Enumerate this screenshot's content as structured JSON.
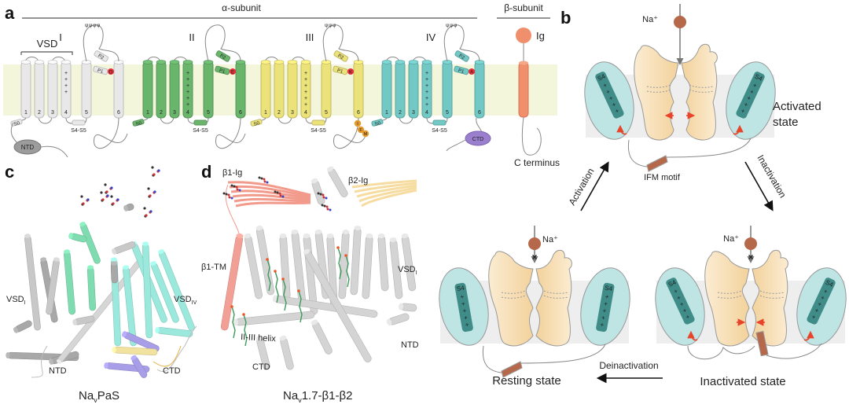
{
  "panels": {
    "a": {
      "label": "a",
      "alpha_title": "α-subunit",
      "beta_title": "β-subunit",
      "vsd_label": "VSD",
      "colors": {
        "membrane": "#f4f6dc",
        "domain_I": "#e8e8e8",
        "domain_II": "#6ab56c",
        "domain_III": "#ece27a",
        "domain_IV": "#72c8c4",
        "beta": "#ef8f6b",
        "filter": "#e8303a",
        "ifm": "#e39a2a",
        "ctd": "#9a7fcf",
        "ntd": "#9c9c9c"
      },
      "domains": [
        {
          "numeral": "I",
          "filter_residue": "D",
          "helix_labels": [
            "1",
            "2",
            "3",
            "4",
            "5",
            "6"
          ],
          "s0": "S0",
          "linker": "S4-S5",
          "p1": "P1",
          "p2": "P2",
          "charges": [
            "+",
            "+",
            "+",
            "+"
          ]
        },
        {
          "numeral": "II",
          "filter_residue": "E",
          "helix_labels": [
            "1",
            "2",
            "3",
            "4",
            "5",
            "6"
          ],
          "s0": "S0",
          "linker": "S4-S5",
          "p1": "P1",
          "p2": "P2",
          "charges": [
            "+",
            "+",
            "+",
            "+",
            "+",
            "+"
          ]
        },
        {
          "numeral": "III",
          "filter_residue": "K",
          "helix_labels": [
            "1",
            "2",
            "3",
            "4",
            "5",
            "6"
          ],
          "s0": "S0",
          "linker": "S4-S5",
          "p1": "P1",
          "p2": "P2",
          "charges": [
            "+",
            "+",
            "+",
            "+",
            "+",
            "+"
          ]
        },
        {
          "numeral": "IV",
          "filter_residue": "A",
          "helix_labels": [
            "1",
            "2",
            "3",
            "4",
            "5",
            "6"
          ],
          "s0": "S0",
          "linker": "S4-S5",
          "p1": "P1",
          "p2": "P2",
          "charges": [
            "+",
            "+",
            "+",
            "+",
            "+",
            "+"
          ]
        }
      ],
      "ntd": "NTD",
      "ctd": "CTD",
      "ifm_letters": [
        "I",
        "F",
        "M"
      ],
      "beta_ig": "Ig",
      "c_terminus": "C terminus"
    },
    "b": {
      "label": "b",
      "na": "Na⁺",
      "s4": "S4",
      "states": {
        "activated": [
          "Activated",
          "state"
        ],
        "resting": "Resting state",
        "inactivated": "Inactivated state"
      },
      "ifm_motif": "IFM motif",
      "transitions": {
        "activation": "Activation",
        "inactivation": "Inactivation",
        "deinactivation": "Deinactivation"
      },
      "colors": {
        "pore": "#f6dcae",
        "vsd": "#bfe4e4",
        "s4": "#3f8c88",
        "ion": "#b5694a",
        "arrow": "#e8442a",
        "membrane": "#eeeeee"
      }
    },
    "c": {
      "label": "c",
      "title_main": "Na",
      "title_sub": "v",
      "title_end": "PaS",
      "labels": {
        "vsd1": "VSD",
        "vsd1_sub": "I",
        "vsd4": "VSD",
        "vsd4_sub": "IV",
        "ntd": "NTD",
        "ctd": "CTD"
      }
    },
    "d": {
      "label": "d",
      "title_main": "Na",
      "title_sub": "v",
      "title_end": "1.7-β1-β2",
      "labels": {
        "b1ig": "β1-Ig",
        "b2ig": "β2-Ig",
        "b1tm": "β1-TM",
        "vsd1": "VSD",
        "vsd1_sub": "I",
        "helix": "II-III helix",
        "ctd": "CTD",
        "ntd": "NTD"
      }
    }
  }
}
